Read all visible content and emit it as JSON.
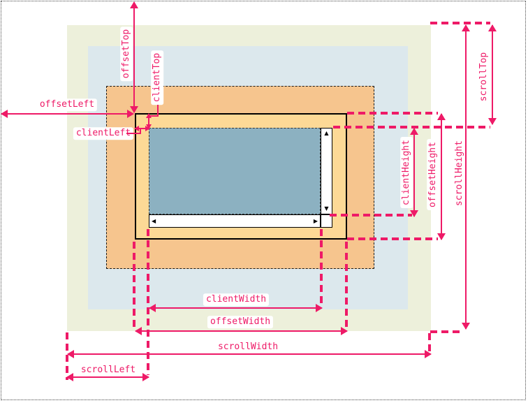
{
  "diagram": {
    "labels": {
      "offset_top": "offsetTop",
      "client_top": "clientTop",
      "offset_left": "offsetLeft",
      "client_left": "clientLeft",
      "scroll_top": "scrollTop",
      "client_height": "clientHeight",
      "offset_height": "offsetHeight",
      "scroll_height": "scrollHeight",
      "client_width": "clientWidth",
      "offset_width": "offsetWidth",
      "scroll_width": "scrollWidth",
      "scroll_left": "scrollLeft"
    },
    "scrollbar": {
      "up_glyph": "▲",
      "down_glyph": "▼",
      "left_glyph": "◀",
      "right_glyph": "▶"
    },
    "colors": {
      "accent": "#ee1a67",
      "scroll_area_layer": "#edf0db",
      "secondary_layer": "#dce8ed",
      "margin_layer": "#f6c58e",
      "padding_layer": "#fdd996",
      "content_area": "#8cb1c1"
    }
  }
}
